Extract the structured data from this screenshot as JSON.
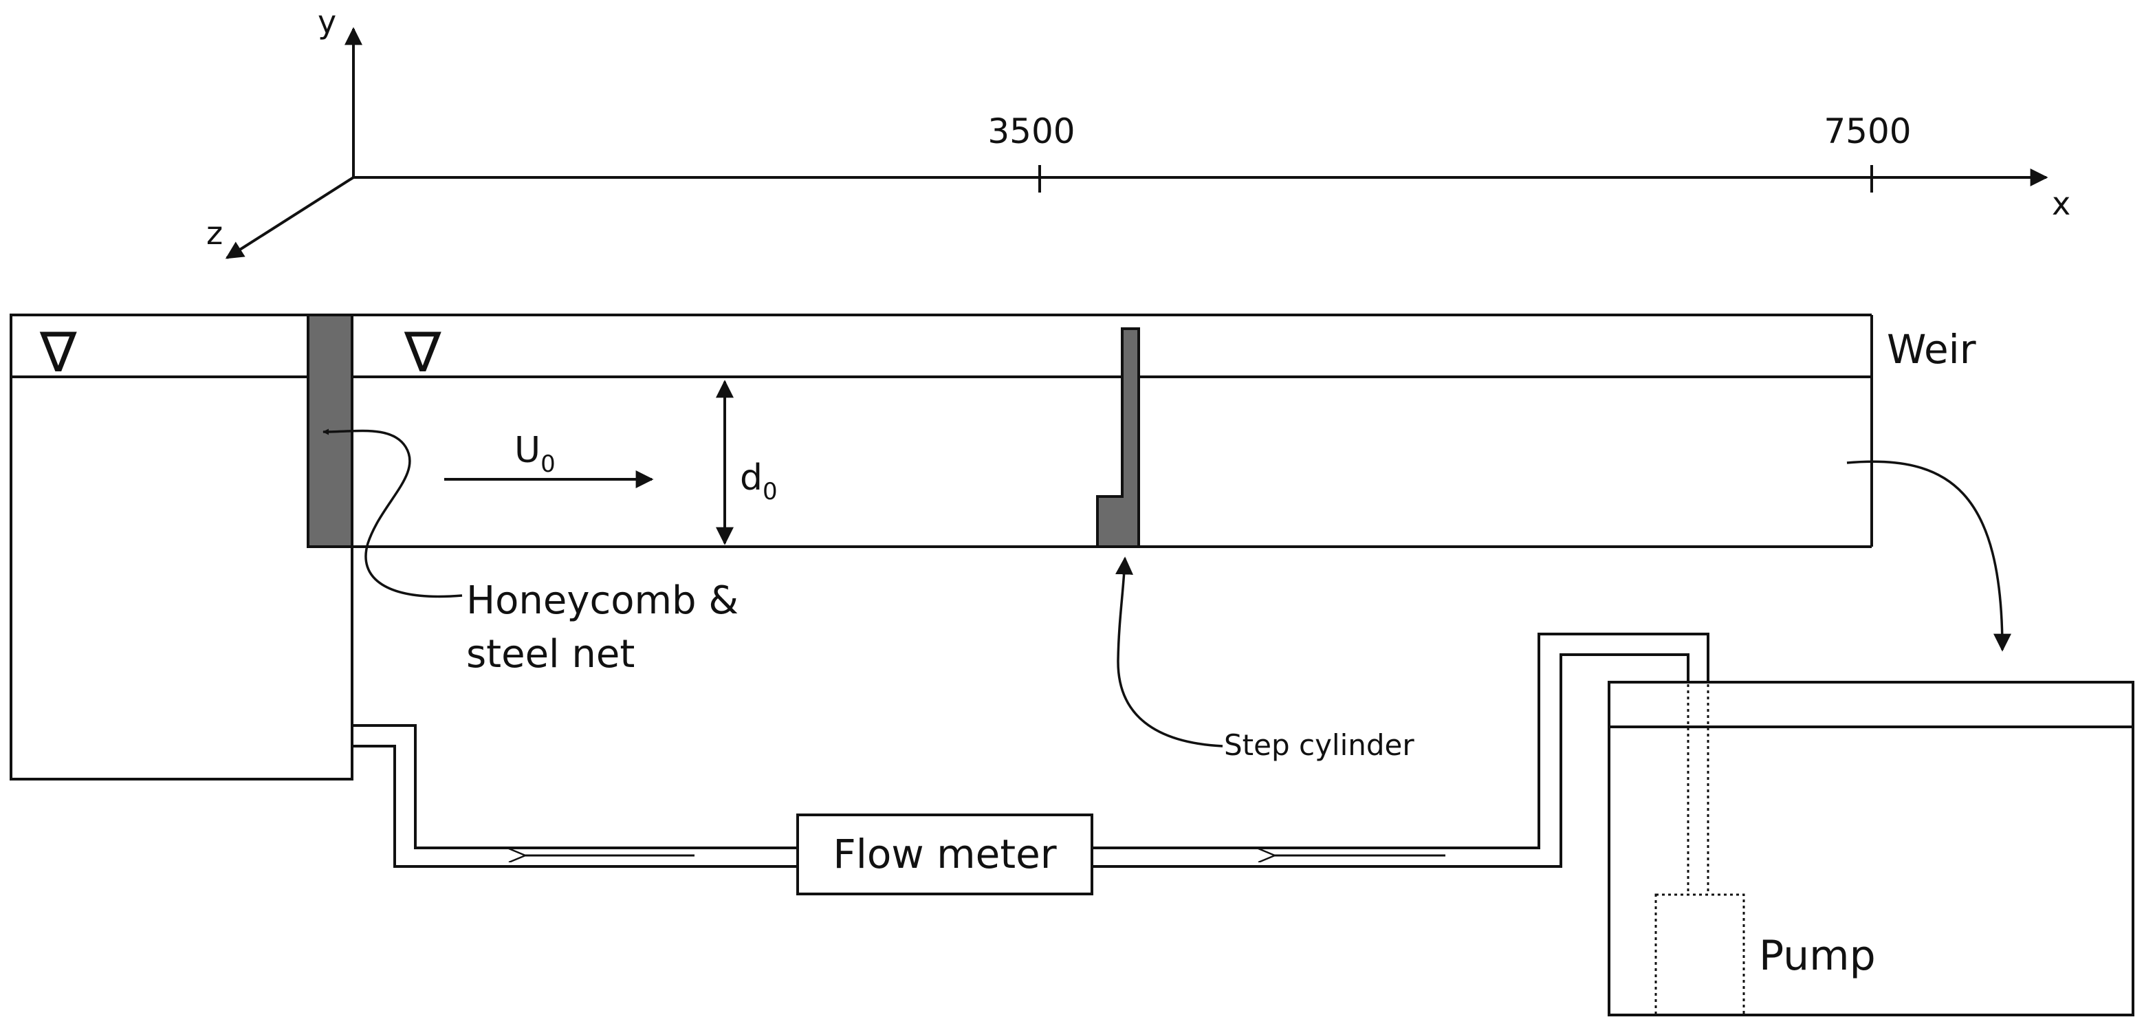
{
  "axes": {
    "x_label": "x",
    "y_label": "y",
    "z_label": "z",
    "ticks": [
      "3500",
      "7500"
    ]
  },
  "labels": {
    "weir": "Weir",
    "u0_main": "U",
    "u0_sub": "0",
    "d0_main": "d",
    "d0_sub": "0",
    "honeycomb_line1": "Honeycomb &",
    "honeycomb_line2": "steel net",
    "step_cylinder": "Step cylinder",
    "flow_meter": "Flow meter",
    "pump": "Pump",
    "water_level_symbol": "∇"
  },
  "colors": {
    "line": "#111111",
    "solid_fill": "#6b6b6b",
    "background": "#ffffff"
  }
}
